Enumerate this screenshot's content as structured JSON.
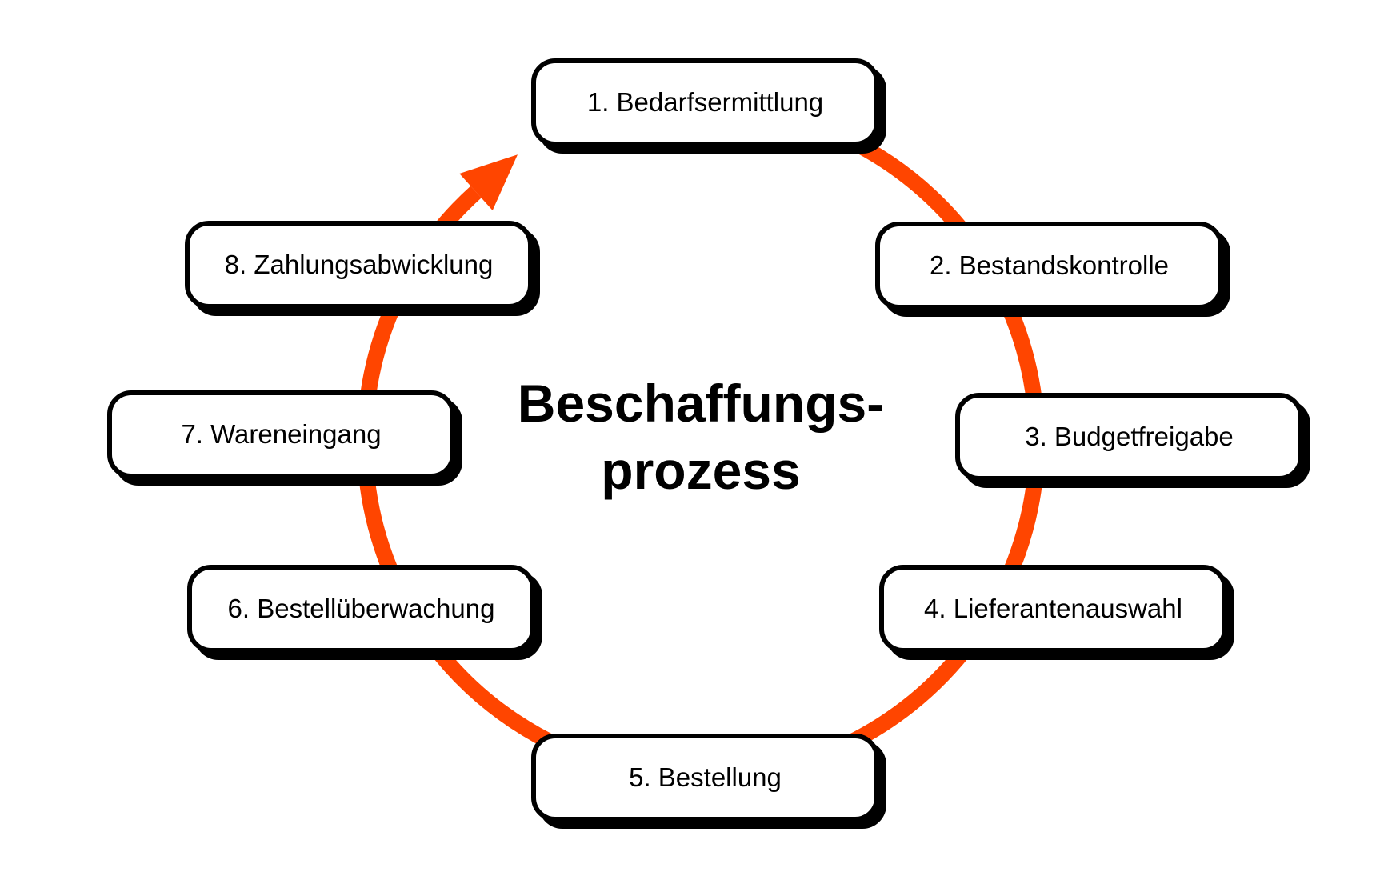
{
  "diagram": {
    "title": {
      "line1": "Beschaffungs-",
      "line2": "prozess"
    },
    "steps": [
      {
        "label": "1. Bedarfsermittlung"
      },
      {
        "label": "2. Bestandskontrolle"
      },
      {
        "label": "3. Budgetfreigabe"
      },
      {
        "label": "4. Lieferantenauswahl"
      },
      {
        "label": "5. Bestellung"
      },
      {
        "label": "6. Bestellüberwachung"
      },
      {
        "label": "7. Wareneingang"
      },
      {
        "label": "8. Zahlungsabwicklung"
      }
    ],
    "colors": {
      "arrow": "#FF4500",
      "box_border": "#000000",
      "box_fill": "#FFFFFF",
      "text": "#000000",
      "background": "#FFFFFF"
    }
  }
}
